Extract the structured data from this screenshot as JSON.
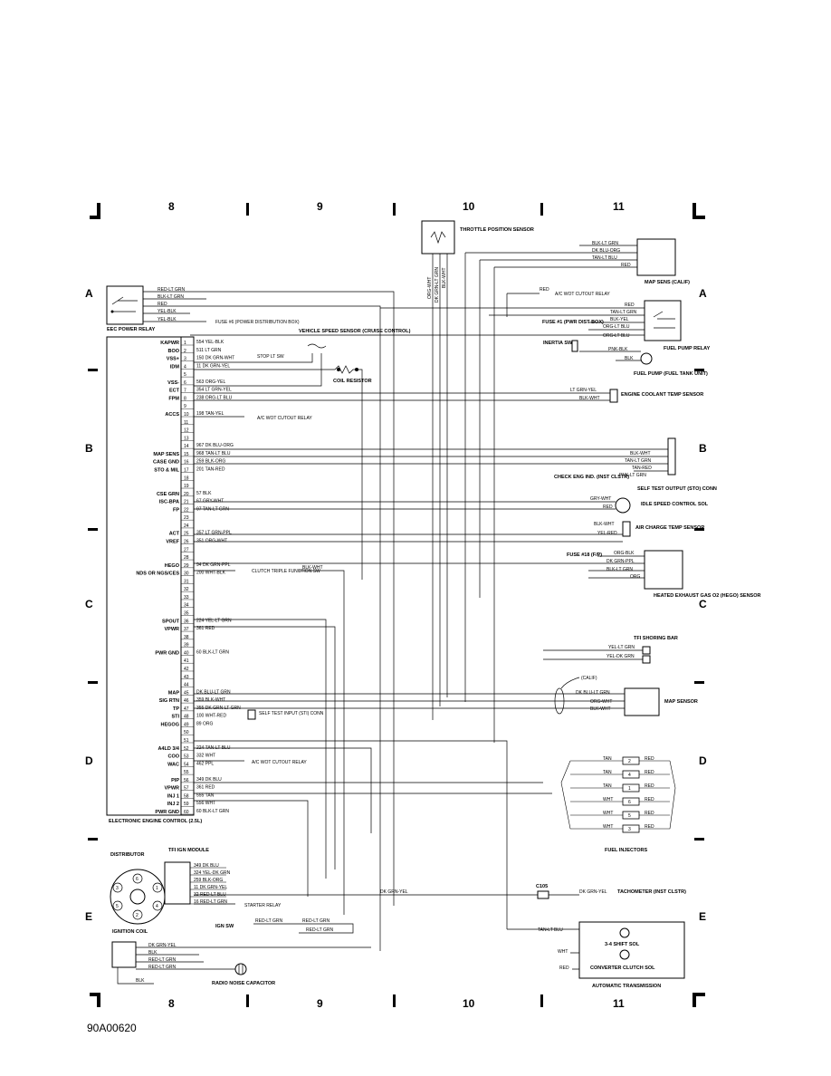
{
  "grid": {
    "columns": [
      "8",
      "9",
      "10",
      "11"
    ],
    "rows": [
      "A",
      "B",
      "C",
      "D",
      "E"
    ]
  },
  "components": {
    "eec_relay": "EEC POWER RELAY",
    "throttle": "THROTTLE POSITION SENSOR",
    "map_calif": "MAP SENS (CALIF)",
    "fuel_pump_relay": "FUEL PUMP RELAY",
    "fuel_pump": "FUEL PUMP (FUEL TANK UNIT)",
    "ect": "ENGINE COOLANT TEMP SENSOR",
    "sto": "SELF TEST OUTPUT (STO) CONN",
    "isc": "IDLE SPEED CONTROL SOL",
    "act": "AIR CHARGE TEMP SENSOR",
    "hego": "HEATED EXHAUST GAS O2 (HEGO) SENSOR",
    "tfi_bar": "TFI SHORING BAR",
    "map_sensor": "MAP SENSOR",
    "injectors": "FUEL INJECTORS",
    "trans": "AUTOMATIC TRANSMISSION",
    "shift_sol": "3-4 SHIFT SOL",
    "clutch_sol": "CONVERTER CLUTCH SOL",
    "ecu": "ELECTRONIC ENGINE CONTROL (2.5L)",
    "vss": "VEHICLE SPEED SENSOR (CRUISE CONTROL)",
    "coil_res": "COIL RESISTOR",
    "distributor": "DISTRIBUTOR",
    "tfi_module": "TFI IGN MODULE",
    "ign_coil": "IGNITION COIL",
    "radio_cap": "RADIO NOISE CAPACITOR",
    "tach": "TACHOMETER (INST CLSTR)",
    "c105": "C105",
    "starter": "STARTER RELAY",
    "ign_sw": "IGN SW",
    "stop_lt": "STOP LT SW",
    "fuse6": "FUSE #6 (POWER DISTRIBUTION BOX)",
    "fuse1": "FUSE #1 (PWR DIST BOX)",
    "fuse18": "FUSE #18 (F/P)",
    "inertia": "INERTIA SW",
    "check_eng": "CHECK ENG IND. (INST CLSTR)",
    "clutch_sw": "CLUTCH TRIPLE FUNCTION SW",
    "self_test_in": "SELF TEST INPUT (STI) CONN",
    "ac_wot": "A/C WOT CUTOUT RELAY",
    "calif": "(CALIF)"
  },
  "ecu_pins": [
    {
      "n": "1",
      "func": "KAPWR",
      "wire": "554 YEL-BLK"
    },
    {
      "n": "2",
      "func": "BOO",
      "wire": "511 LT GRN"
    },
    {
      "n": "3",
      "func": "VSS+",
      "wire": "150 DK GRN-WHT"
    },
    {
      "n": "4",
      "func": "IDM",
      "wire": "11 DK GRN-YEL"
    },
    {
      "n": "5",
      "func": "",
      "wire": ""
    },
    {
      "n": "6",
      "func": "VSS-",
      "wire": "563 ORG-YEL"
    },
    {
      "n": "7",
      "func": "ECT",
      "wire": "354 LT GRN-YEL"
    },
    {
      "n": "8",
      "func": "FPM",
      "wire": "238 ORG-LT BLU"
    },
    {
      "n": "9",
      "func": "",
      "wire": ""
    },
    {
      "n": "10",
      "func": "ACCS",
      "wire": "198 TAN-YEL"
    },
    {
      "n": "11",
      "func": "",
      "wire": ""
    },
    {
      "n": "12",
      "func": "",
      "wire": ""
    },
    {
      "n": "13",
      "func": "",
      "wire": ""
    },
    {
      "n": "14",
      "func": "",
      "wire": "967 DK BLU-ORG"
    },
    {
      "n": "15",
      "func": "MAP SENS",
      "wire": "968 TAN-LT BLU"
    },
    {
      "n": "16",
      "func": "CASE GND",
      "wire": "259 BLK-ORG"
    },
    {
      "n": "17",
      "func": "STO & MIL",
      "wire": "201 TAN-RED"
    },
    {
      "n": "18",
      "func": "",
      "wire": ""
    },
    {
      "n": "19",
      "func": "",
      "wire": ""
    },
    {
      "n": "20",
      "func": "CSE GRN",
      "wire": "57 BLK"
    },
    {
      "n": "21",
      "func": "ISC-BPA",
      "wire": "67 GRY-WHT"
    },
    {
      "n": "22",
      "func": "FP",
      "wire": "97 TAN-LT GRN"
    },
    {
      "n": "23",
      "func": "",
      "wire": ""
    },
    {
      "n": "24",
      "func": "",
      "wire": ""
    },
    {
      "n": "25",
      "func": "ACT",
      "wire": "357 LT GRN-PPL"
    },
    {
      "n": "26",
      "func": "VREF",
      "wire": "351 ORG-WHT"
    },
    {
      "n": "27",
      "func": "",
      "wire": ""
    },
    {
      "n": "28",
      "func": "",
      "wire": ""
    },
    {
      "n": "29",
      "func": "HEGO",
      "wire": "94 DK GRN-PPL"
    },
    {
      "n": "30",
      "func": "NDS OR NGS/CES",
      "wire": "200 WHT-BLK"
    },
    {
      "n": "31",
      "func": "",
      "wire": ""
    },
    {
      "n": "32",
      "func": "",
      "wire": ""
    },
    {
      "n": "33",
      "func": "",
      "wire": ""
    },
    {
      "n": "34",
      "func": "",
      "wire": ""
    },
    {
      "n": "35",
      "func": "",
      "wire": ""
    },
    {
      "n": "36",
      "func": "SPOUT",
      "wire": "224 YEL-LT GRN"
    },
    {
      "n": "37",
      "func": "VPWR",
      "wire": "361 RED"
    },
    {
      "n": "38",
      "func": "",
      "wire": ""
    },
    {
      "n": "39",
      "func": "",
      "wire": ""
    },
    {
      "n": "40",
      "func": "PWR GND",
      "wire": "60 BLK-LT GRN"
    },
    {
      "n": "41",
      "func": "",
      "wire": ""
    },
    {
      "n": "42",
      "func": "",
      "wire": ""
    },
    {
      "n": "43",
      "func": "",
      "wire": ""
    },
    {
      "n": "44",
      "func": "",
      "wire": ""
    },
    {
      "n": "45",
      "func": "MAP",
      "wire": "DK BLU-LT GRN"
    },
    {
      "n": "46",
      "func": "SIG RTN",
      "wire": "359 BLK-WHT"
    },
    {
      "n": "47",
      "func": "TP",
      "wire": "355 DK GRN-LT GRN"
    },
    {
      "n": "48",
      "func": "STI",
      "wire": "100 WHT-RED"
    },
    {
      "n": "49",
      "func": "HEGOG",
      "wire": "89 ORG"
    },
    {
      "n": "50",
      "func": "",
      "wire": ""
    },
    {
      "n": "51",
      "func": "",
      "wire": ""
    },
    {
      "n": "52",
      "func": "A4LD 3/4",
      "wire": "224 TAN-LT BLU"
    },
    {
      "n": "53",
      "func": "COO",
      "wire": "332 WHT"
    },
    {
      "n": "54",
      "func": "WAC",
      "wire": "462 PPL"
    },
    {
      "n": "55",
      "func": "",
      "wire": ""
    },
    {
      "n": "56",
      "func": "PIP",
      "wire": "349 DK BLU"
    },
    {
      "n": "57",
      "func": "VPWR",
      "wire": "361 RED"
    },
    {
      "n": "58",
      "func": "INJ 1",
      "wire": "555 TAN"
    },
    {
      "n": "59",
      "func": "INJ 2",
      "wire": "556 WHT"
    },
    {
      "n": "60",
      "func": "PWR GND",
      "wire": "60 BLK-LT GRN"
    }
  ],
  "eec_relay_wires": [
    "RED-LT GRN",
    "BLK-LT GRN",
    "RED",
    "YEL-BLK",
    "YEL-BLK"
  ],
  "tps_wires": [
    "ORG-WHT",
    "DK GRN-LT GRN",
    "BLK-WHT"
  ],
  "map_calif_wires": [
    "BLK-LT GRN",
    "DK BLU-ORG",
    "TAN-LT BLU",
    "RED"
  ],
  "fuel_relay_wires": [
    "RED",
    "TAN-LT GRN",
    "BLK-YEL",
    "ORG-LT BLU",
    "ORG-LT BLU"
  ],
  "fuel_pump_wires": [
    "PNK-BLK",
    "BLK"
  ],
  "ect_wires": [
    "LT GRN-YEL",
    "BLK-WHT"
  ],
  "sto_wires": [
    "BLK-WHT",
    "TAN-LT GRN",
    "TAN-RED",
    "PNK-LT GRN"
  ],
  "isc_wires": [
    "GRY-WHT",
    "RED"
  ],
  "act_wires": [
    "BLK-WHT",
    "YEL-RED"
  ],
  "hego_wires": [
    "ORG-BLK",
    "DK GRN-PPL",
    "BLK-LT GRN",
    "ORG"
  ],
  "tfi_bar_wires": [
    "YEL-LT GRN",
    "YEL-DK GRN"
  ],
  "map_sensor_wires": [
    "DK BLU-LT GRN",
    "ORG-WHT",
    "BLK-WHT"
  ],
  "injector_rows": [
    {
      "wire": "TAN",
      "n": "2",
      "out": "RED"
    },
    {
      "wire": "TAN",
      "n": "4",
      "out": "RED"
    },
    {
      "wire": "TAN",
      "n": "1",
      "out": "RED"
    },
    {
      "wire": "WHT",
      "n": "6",
      "out": "RED"
    },
    {
      "wire": "WHT",
      "n": "5",
      "out": "RED"
    },
    {
      "wire": "WHT",
      "n": "3",
      "out": "RED"
    }
  ],
  "trans_wires": [
    "TAN-LT BLU",
    "WHT",
    "RED"
  ],
  "tfi_wires": [
    "349 DK BLU",
    "324 YEL-DK GRN",
    "259 BLK-ORG",
    "11 DK GRN-YEL",
    "32 RED-LT BLU",
    "16 RED-LT GRN"
  ],
  "ign_sw_wires": [
    "RED-LT GRN",
    "RED-LT GRN",
    "RED-LT GRN"
  ],
  "coil_wires": [
    "DK GRN-YEL",
    "BLK",
    "RED-LT GRN",
    "RED-LT GRN"
  ],
  "misc": {
    "clutch_wire": "BLK-WHT",
    "dk_grn_yel": "DK GRN-YEL",
    "tach_wire": "DK GRN-YEL",
    "ground_blk": "BLK",
    "red": "RED",
    "dist_numbers": [
      "6",
      "1",
      "3",
      "4",
      "5",
      "2"
    ]
  },
  "doc_id": "90A00620"
}
